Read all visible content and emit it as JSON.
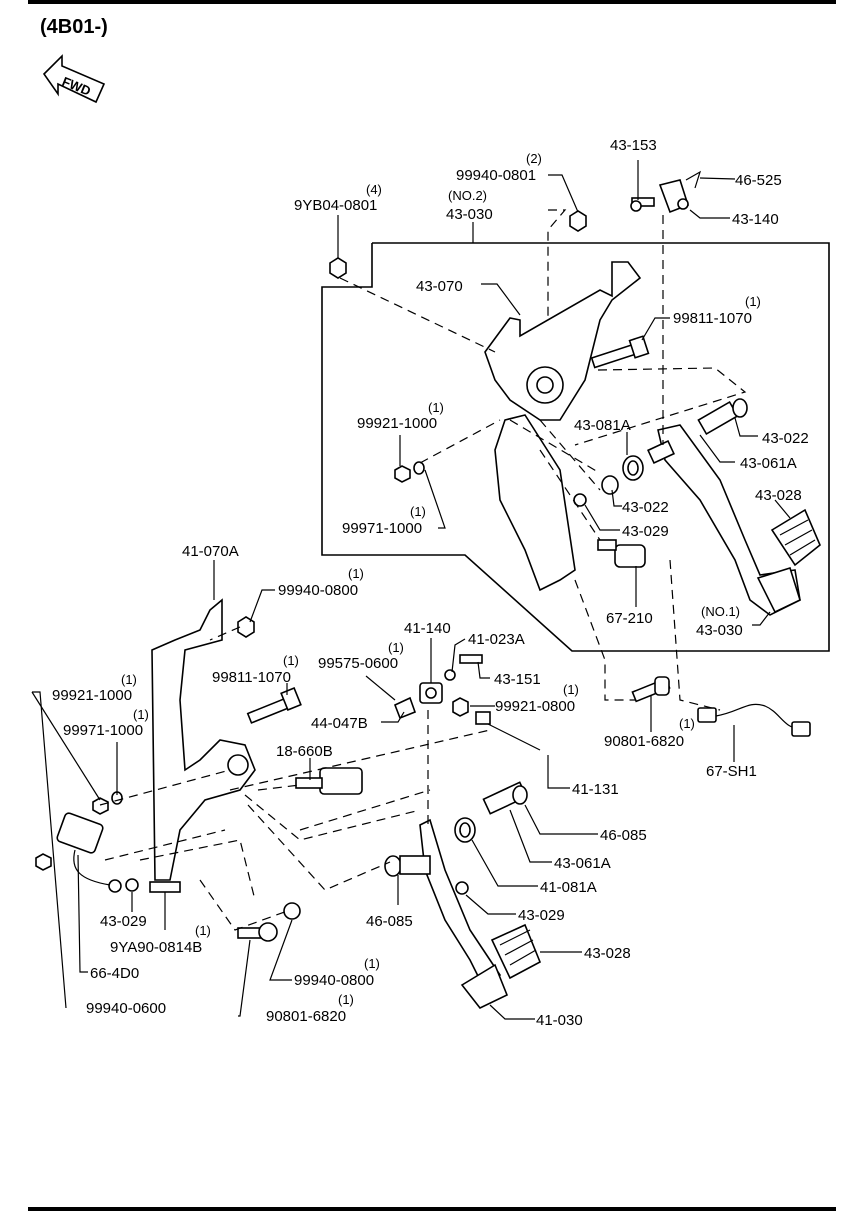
{
  "header": {
    "code": "(4B01-)",
    "fwd": "FWD"
  },
  "labels": {
    "p43_153": "43-153",
    "p46_525": "46-525",
    "p43_140": "43-140",
    "p99940_0801": "99940-0801",
    "p99940_0801_qty": "(2)",
    "p9yb04_0801": "9YB04-0801",
    "p9yb04_0801_qty": "(4)",
    "no2": "(NO.2)",
    "p43_030_top": "43-030",
    "p43_070": "43-070",
    "p99811_1070_a": "99811-1070",
    "p99811_1070_a_qty": "(1)",
    "p99921_1000_a": "99921-1000",
    "p99921_1000_a_qty": "(1)",
    "p43_081a": "43-081A",
    "p43_022_a": "43-022",
    "p43_061a_a": "43-061A",
    "p43_022_b": "43-022",
    "p43_028_a": "43-028",
    "p99971_1000_a": "99971-1000",
    "p99971_1000_a_qty": "(1)",
    "p43_029_a": "43-029",
    "p67_210": "67-210",
    "no1": "(NO.1)",
    "p43_030_bottom": "43-030",
    "p41_070a": "41-070A",
    "p99940_0800_a": "99940-0800",
    "p99940_0800_a_qty": "(1)",
    "p41_140": "41-140",
    "p41_023a": "41-023A",
    "p99575_0600": "99575-0600",
    "p99575_0600_qty": "(1)",
    "p43_151": "43-151",
    "p99811_1070_b": "99811-1070",
    "p99811_1070_b_qty": "(1)",
    "p99921_1000_b": "99921-1000",
    "p99921_1000_b_qty": "(1)",
    "p99921_0800": "99921-0800",
    "p99921_0800_qty": "(1)",
    "p44_047b": "44-047B",
    "p90801_6820_a": "90801-6820",
    "p90801_6820_a_qty": "(1)",
    "p99971_1000_b": "99971-1000",
    "p99971_1000_b_qty": "(1)",
    "p18_660b": "18-660B",
    "p67_sh1": "67-SH1",
    "p41_131": "41-131",
    "p46_085_a": "46-085",
    "p43_061a_b": "43-061A",
    "p41_081a": "41-081A",
    "p43_029_b": "43-029",
    "p43_029_c": "43-029",
    "p46_085_b": "46-085",
    "p9ya90_0814b": "9YA90-0814B",
    "p9ya90_0814b_qty": "(1)",
    "p43_028_b": "43-028",
    "p66_4d0": "66-4D0",
    "p99940_0800_b": "99940-0800",
    "p99940_0800_b_qty": "(1)",
    "p99940_0600": "99940-0600",
    "p90801_6820_b": "90801-6820",
    "p90801_6820_b_qty": "(1)",
    "p41_030": "41-030"
  }
}
